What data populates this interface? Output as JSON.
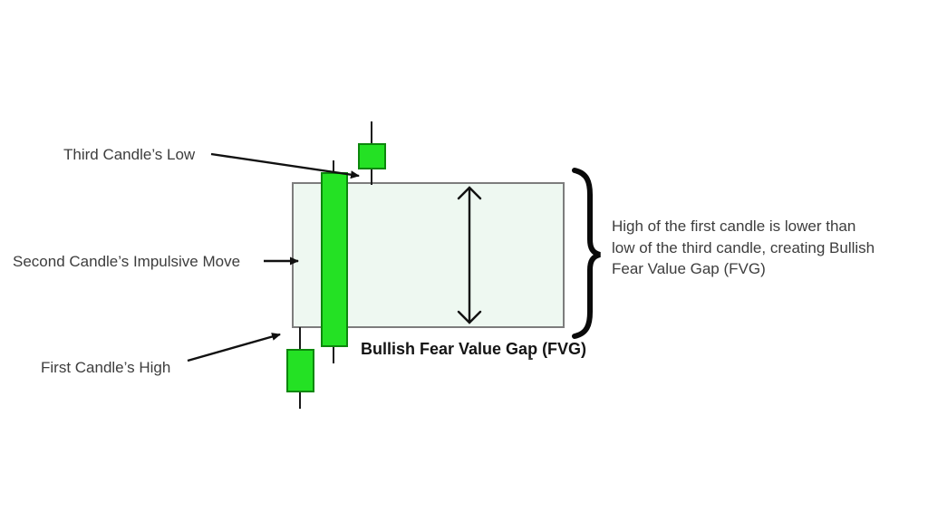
{
  "labels": {
    "third_candle_low": "Third Candle’s Low",
    "second_candle_impulsive_move": "Second Candle’s Impulsive Move",
    "first_candle_high": "First Candle’s High"
  },
  "fvg": {
    "caption": "Bullish Fear Value Gap (FVG)"
  },
  "note": {
    "full_text": "High of the first candle is lower than low of the third candle, creating Bullish Fear Value Gap (FVG)",
    "lines": [
      "High of the first candle is lower than",
      "low of the third candle, creating Bullish",
      "Fear Value Gap (FVG)"
    ]
  },
  "icons": {
    "curly_brace": "right-curly-brace-icon",
    "double_arrow": "vertical-double-arrow-icon",
    "annotation_arrows": "pointer-arrow-icon"
  },
  "colors": {
    "background": "#ffffff",
    "candle_fill": "#24e124",
    "candle_border": "#0c870c",
    "wick": "#1a1a1a",
    "zone_fill": "#eef8f1",
    "zone_border": "#7d7d7d",
    "arrow": "#111111",
    "brace": "#0a0a0a",
    "label_text": "#3d3d3d",
    "caption_text": "#141414"
  }
}
